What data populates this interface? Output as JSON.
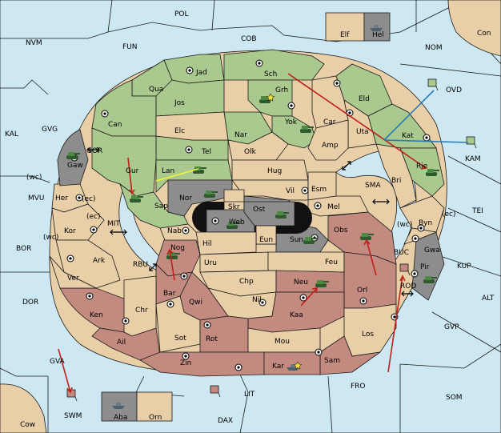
{
  "labels": {
    "POL": "POL",
    "COB": "COB",
    "FUN": "FUN",
    "NVM": "NVM",
    "NOM": "NOM",
    "Con": "Con",
    "Elf": "Elf",
    "Hel": "Hel",
    "OVD": "OVD",
    "KAL": "KAL",
    "GVG": "GVG",
    "GOR": "GOR",
    "MVU": "MVU",
    "MIT": "MIT",
    "BOR": "BOR",
    "DOR": "DOR",
    "RBU": "RBU",
    "GVA": "GVA",
    "SWM": "SWM",
    "Cow": "Cow",
    "Aba": "Aba",
    "Orn": "Orn",
    "DAX": "DAX",
    "LIT": "LIT",
    "FRO": "FRO",
    "SOM": "SOM",
    "GVP": "GVP",
    "ALT": "ALT",
    "KUP": "KUP",
    "TEI": "TEI",
    "KAM": "KAM",
    "SMA": "SMA",
    "BUC": "BUC",
    "ROD": "ROD",
    "Jad": "Jad",
    "Sch": "Sch",
    "Qua": "Qua",
    "Grh": "Grh",
    "Jos": "Jos",
    "Can": "Can",
    "Yok": "Yok",
    "Eld": "Eld",
    "Car": "Car",
    "Elc": "Elc",
    "Nar": "Nar",
    "Uta": "Uta",
    "Kat": "Kat",
    "Tel": "Tel",
    "Olk": "Olk",
    "Amp": "Amp",
    "Gur": "Gur",
    "Lan": "Lan",
    "Hug": "Hug",
    "Rie": "Rie",
    "Bri": "Bri",
    "Gaw": "Gaw",
    "Nor": "Nor",
    "Vil": "Vil",
    "Esm": "Esm",
    "Her": "Her",
    "wc1": "(wc)",
    "ec1": "(ec)",
    "Sap": "Sap",
    "Skr": "Skr",
    "Ost": "Ost",
    "Mel": "Mel",
    "ec2": "(ec)",
    "Web": "Web",
    "Kor": "Kor",
    "wc2": "(wc)",
    "Nab": "Nab",
    "Obs": "Obs",
    "wc3": "(wc)",
    "Byn": "Byn",
    "ec3": "(ec)",
    "Eun": "Eun",
    "Sun": "Sun",
    "Hil": "Hil",
    "Gwa": "Gwa",
    "Nog": "Nog",
    "Ark": "Ark",
    "Uru": "Uru",
    "Feu": "Feu",
    "Pir": "Pir",
    "Ver": "Ver",
    "Chp": "Chp",
    "Neu": "Neu",
    "Orl": "Orl",
    "Bar": "Bar",
    "Qwi": "Qwi",
    "Nil": "Nil",
    "Ken": "Ken",
    "Chr": "Chr",
    "Kaa": "Kaa",
    "Ail": "Ail",
    "Sot": "Sot",
    "Rot": "Rot",
    "Mou": "Mou",
    "Los": "Los",
    "Zin": "Zin",
    "Sam": "Sam",
    "Kar": "Kar"
  }
}
